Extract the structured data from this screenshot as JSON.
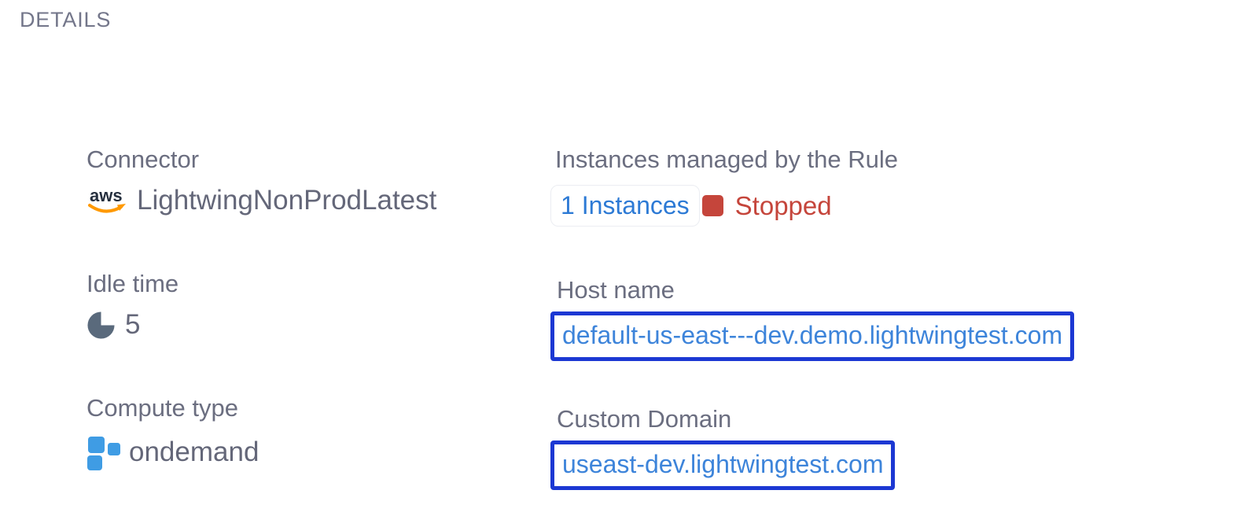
{
  "header": {
    "title": "DETAILS"
  },
  "fields": {
    "connector": {
      "label": "Connector",
      "value": "LightwingNonProdLatest",
      "icon": "aws-logo-icon"
    },
    "instances": {
      "label": "Instances managed by the Rule",
      "count_link": "1 Instances",
      "status": {
        "label": "Stopped",
        "color": "#c5453b",
        "icon": "stopped-square-icon"
      }
    },
    "idle_time": {
      "label": "Idle time",
      "value": "5",
      "icon": "idle-pie-timer-icon"
    },
    "host_name": {
      "label": "Host name",
      "value": "default-us-east---dev.demo.lightwingtest.com"
    },
    "compute_type": {
      "label": "Compute type",
      "value": "ondemand",
      "icon": "compute-squares-icon"
    },
    "custom_domain": {
      "label": "Custom Domain",
      "value": "useast-dev.lightwingtest.com"
    }
  },
  "colors": {
    "title_text": "#73768a",
    "label_text": "#6b6e80",
    "value_text": "#646779",
    "link_blue": "#2d7ad5",
    "box_border_blue": "#1c38d3",
    "box_text_blue": "#3d84da",
    "status_red": "#c5453b",
    "aws_navy": "#252f3e",
    "aws_orange": "#ff9900",
    "compute_blue": "#3f9ce4",
    "idle_pie_slate": "#5a6a7c",
    "pill_border": "#ebedf2",
    "background": "#ffffff"
  }
}
